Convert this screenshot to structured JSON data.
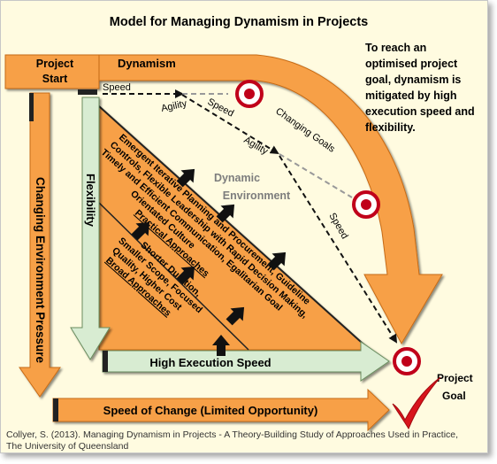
{
  "title": "Model for Managing  Dynamism in Projects",
  "project_start": [
    "Project",
    "Start"
  ],
  "dynamism": "Dynamism",
  "side_note": [
    "To reach an",
    "optimised project",
    "goal, dynamism is",
    "mitigated by high",
    "execution speed and",
    "flexibility."
  ],
  "labels": {
    "speed": "Speed",
    "agility": "Agility",
    "changing_goals": "Changing Goals",
    "dynamic_environment": [
      "Dynamic",
      "Environment"
    ],
    "flexibility": "Flexibility",
    "changing_environment_pressure": "Changing Environment Pressure",
    "high_execution_speed": "High Execution Speed",
    "speed_of_change": "Speed of Change (Limited Opportunity)",
    "project_goal": [
      "Project",
      "Goal"
    ]
  },
  "practical_approaches": [
    "Emergent Iterative Planning and Procurement, Guideline",
    "Controls, Flexible Leadership with Rapid Decision Making,",
    "Timely and Efficient Communication, Egalitarian Goal",
    "Orientated Culture",
    "Practical Approaches"
  ],
  "broad_approaches": [
    "Shorter Duration,",
    "Smaller Scope, Focused",
    "Quality, Higher Cost",
    "Broad Approaches"
  ],
  "credit": [
    "Collyer, S. (2013). Managing Dynamism in Projects - A Theory-Building Study of Approaches Used in Practice,",
    "The University of Queensland"
  ],
  "colors": {
    "orange": "#f7a046",
    "orange_dark": "#c66a14",
    "green": "#d8ecd2",
    "green_dark": "#6a8d5f",
    "target_red": "#c0001a",
    "check_red": "#d8141c",
    "background": "#fffbe0"
  }
}
